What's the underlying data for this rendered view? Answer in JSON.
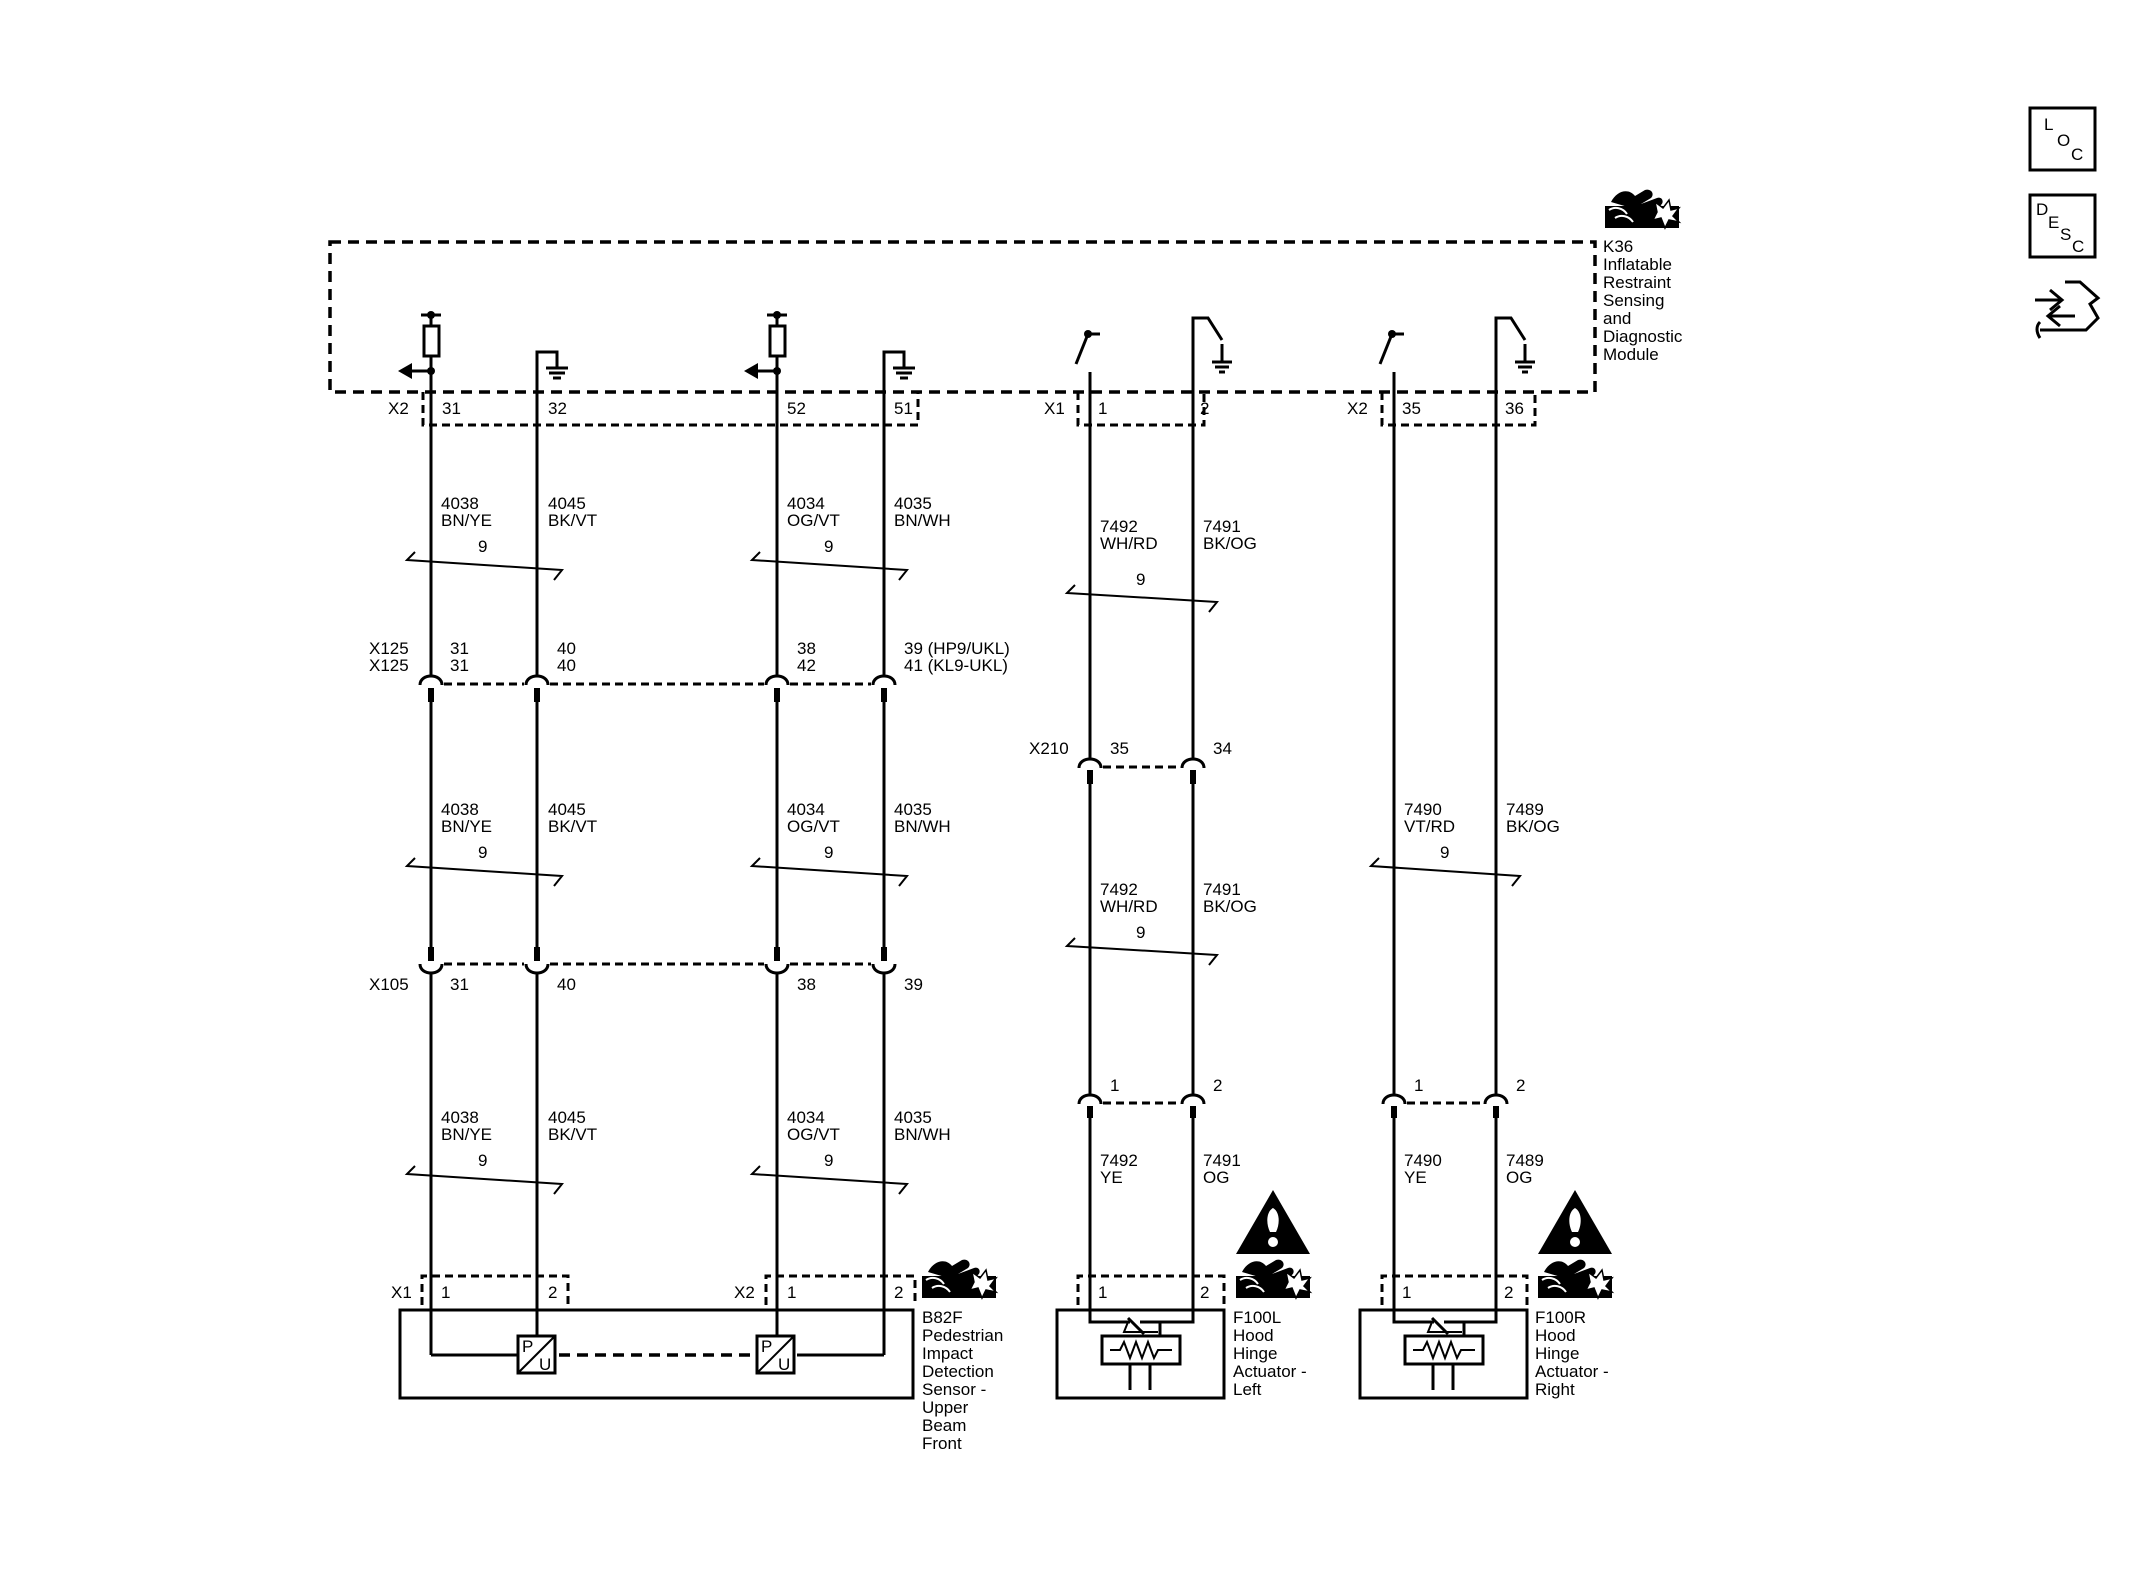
{
  "side_buttons": {
    "loc": {
      "l1": "L",
      "l2": "O",
      "l3": "C"
    },
    "desc": {
      "l1": "D",
      "l2": "E",
      "l3": "S",
      "l4": "C"
    }
  },
  "module": {
    "ref": "K36",
    "name_lines": [
      "Inflatable",
      "Restraint",
      "Sensing",
      "and",
      "Diagnostic",
      "Module"
    ],
    "conn_a": "X2",
    "pins_a": [
      "31",
      "32",
      "52",
      "51"
    ],
    "conn_b": "X1",
    "pins_b": [
      "1",
      "2"
    ],
    "conn_c": "X2",
    "pins_c": [
      "35",
      "36"
    ]
  },
  "bundle_count": "9",
  "left_group": {
    "seg1": [
      {
        "circuit": "4038",
        "color": "BN/YE"
      },
      {
        "circuit": "4045",
        "color": "BK/VT"
      },
      {
        "circuit": "4034",
        "color": "OG/VT"
      },
      {
        "circuit": "4035",
        "color": "BN/WH"
      }
    ],
    "x125": {
      "names": [
        "X125",
        "X125"
      ],
      "row1": [
        "31",
        "40",
        "38",
        "39  (HP9/UKL)"
      ],
      "row2": [
        "31",
        "40",
        "42",
        "41  (KL9-UKL)"
      ]
    },
    "seg2": [
      {
        "circuit": "4038",
        "color": "BN/YE"
      },
      {
        "circuit": "4045",
        "color": "BK/VT"
      },
      {
        "circuit": "4034",
        "color": "OG/VT"
      },
      {
        "circuit": "4035",
        "color": "BN/WH"
      }
    ],
    "x105": {
      "name": "X105",
      "pins": [
        "31",
        "40",
        "38",
        "39"
      ]
    },
    "seg3": [
      {
        "circuit": "4038",
        "color": "BN/YE"
      },
      {
        "circuit": "4045",
        "color": "BK/VT"
      },
      {
        "circuit": "4034",
        "color": "OG/VT"
      },
      {
        "circuit": "4035",
        "color": "BN/WH"
      }
    ],
    "sensor_conn_a": {
      "name": "X1",
      "pins": [
        "1",
        "2"
      ]
    },
    "sensor_conn_b": {
      "name": "X2",
      "pins": [
        "1",
        "2"
      ]
    },
    "pu_labels": {
      "p": "P",
      "u": "U"
    },
    "sensor": {
      "ref": "B82F",
      "name_lines": [
        "Pedestrian",
        "Impact",
        "Detection",
        "Sensor -",
        "Upper",
        "Beam",
        "Front"
      ]
    }
  },
  "mid_group": {
    "seg1": [
      {
        "circuit": "7492",
        "color": "WH/RD"
      },
      {
        "circuit": "7491",
        "color": "BK/OG"
      }
    ],
    "x210": {
      "name": "X210",
      "pins": [
        "35",
        "34"
      ]
    },
    "seg2": [
      {
        "circuit": "7492",
        "color": "WH/RD"
      },
      {
        "circuit": "7491",
        "color": "BK/OG"
      }
    ],
    "inline_pins": [
      "1",
      "2"
    ],
    "seg3": [
      {
        "circuit": "7492",
        "color": "YE"
      },
      {
        "circuit": "7491",
        "color": "OG"
      }
    ],
    "device_pins": [
      "1",
      "2"
    ],
    "device": {
      "ref": "F100L",
      "name_lines": [
        "Hood",
        "Hinge",
        "Actuator -",
        "Left"
      ]
    }
  },
  "right_group": {
    "seg1": [
      {
        "circuit": "7490",
        "color": "VT/RD"
      },
      {
        "circuit": "7489",
        "color": "BK/OG"
      }
    ],
    "inline_pins": [
      "1",
      "2"
    ],
    "seg2": [
      {
        "circuit": "7490",
        "color": "YE"
      },
      {
        "circuit": "7489",
        "color": "OG"
      }
    ],
    "device_pins": [
      "1",
      "2"
    ],
    "device": {
      "ref": "F100R",
      "name_lines": [
        "Hood",
        "Hinge",
        "Actuator -",
        "Right"
      ]
    }
  },
  "icons": [
    "loc-icon",
    "desc-icon",
    "connector-tool-icon",
    "esd-warning-icon",
    "caution-icon",
    "airbag-icon"
  ]
}
